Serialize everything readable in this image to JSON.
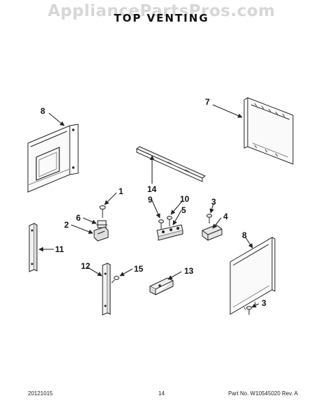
{
  "header": {
    "watermark": "AppliancePartsPros.com",
    "title": "TOP VENTING"
  },
  "callouts": {
    "c1": "1",
    "c2": "2",
    "c3a": "3",
    "c3b": "3",
    "c4": "4",
    "c5": "5",
    "c6": "6",
    "c7": "7",
    "c8a": "8",
    "c8b": "8",
    "c9": "9",
    "c10": "10",
    "c11": "11",
    "c12": "12",
    "c13": "13",
    "c14": "14",
    "c15": "15"
  },
  "footer": {
    "date": "20121015",
    "page": "14",
    "part_number": "Part No. W10545020  Rev. A"
  },
  "colors": {
    "line": "#222222",
    "watermark": "#d7d7d7"
  }
}
